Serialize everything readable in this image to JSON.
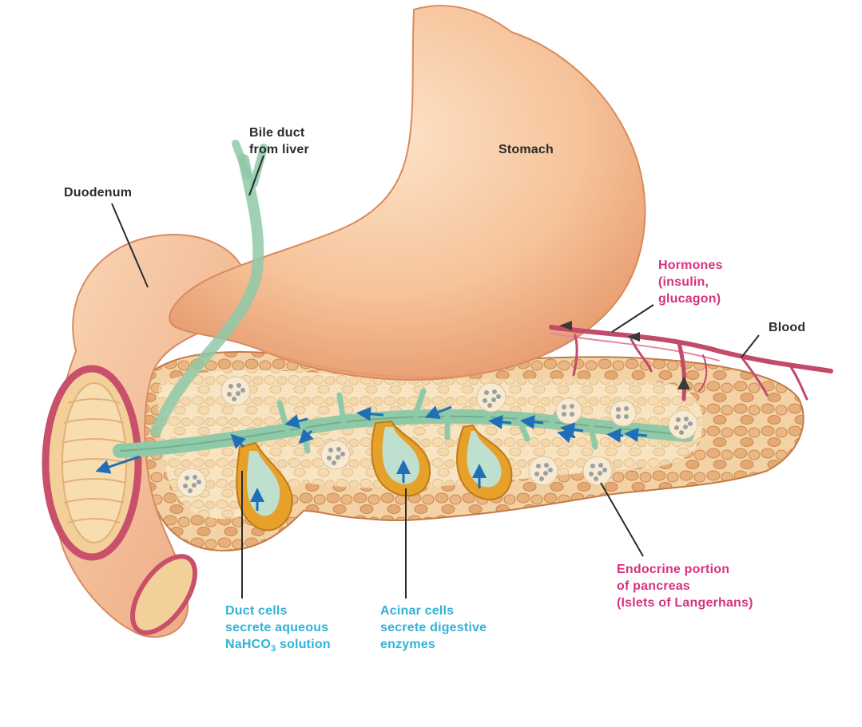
{
  "labels": {
    "stomach": "Stomach",
    "bile_duct": [
      "Bile duct",
      "from liver"
    ],
    "duodenum": "Duodenum",
    "hormones": [
      "Hormones",
      "(insulin,",
      "glucagon)"
    ],
    "blood": "Blood",
    "endocrine": [
      "Endocrine portion",
      "of pancreas",
      "(Islets of Langerhans)"
    ],
    "acinar": [
      "Acinar cells",
      "secrete digestive",
      "enzymes"
    ],
    "duct_cells": {
      "line1": "Duct cells",
      "line2": "secrete aqueous",
      "line3_pre": "NaHCO",
      "line3_sub": "3",
      "line3_post": " solution"
    }
  },
  "colors": {
    "stomach": "#f6c39a",
    "pancreas": "#f2cf9e",
    "lobule": "#d99a5e",
    "duct": "#8fc9a8",
    "acinus": "#e6a12a",
    "arrow": "#1f6fb8",
    "vessel": "#c24a6a",
    "label_pink": "#d6337f",
    "label_cyan": "#2fb3d6"
  }
}
